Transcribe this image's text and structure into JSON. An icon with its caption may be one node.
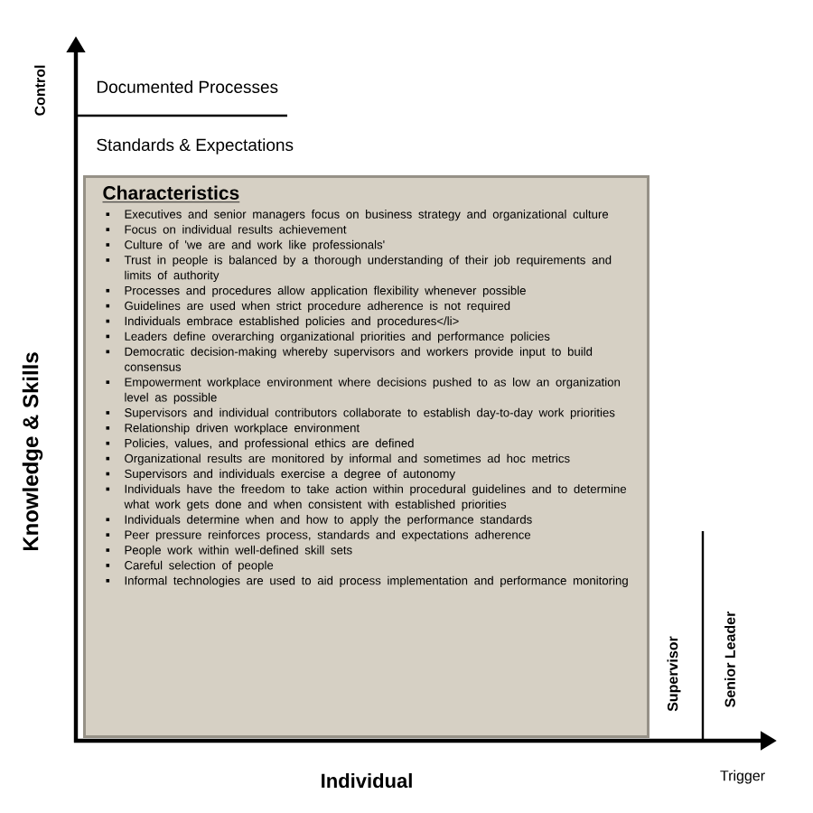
{
  "diagram": {
    "nodes": [
      {
        "text": [
          "Characteristics",
          "Executives and senior managers focus on business strategy and organizational culture",
          "Focus on individual results achievement",
          "Culture of 'we are and work like professionals'",
          "Trust in people is balanced by a thorough understanding of their job requirements and limits of authority",
          "Processes and procedures allow application flexibility whenever possible",
          "Guidelines are used when strict procedure adherence is not required",
          "Individuals embrace established policies and procedures</li>",
          "Leaders define overarching organizational priorities and performance policies",
          "Democratic decision-making whereby supervisors and workers provide input to build consensus",
          "Empowerment workplace environment where decisions pushed to as low an organization level as possible",
          "Supervisors and individual contributors collaborate to establish day-to-day work priorities",
          "Relationship driven workplace environment",
          "Policies, values, and professional ethics are defined",
          "Organizational results are monitored by informal and sometimes ad hoc metrics",
          "Supervisors and individuals exercise a degree of autonomy",
          "Individuals have the freedom to take action within procedural guidelines and to determine what work gets done and when consistent with established priorities",
          "Individuals determine when and how to apply the performance standards",
          "Peer pressure reinforces process, standards and expectations adherence",
          "People work within well-defined skill sets",
          "Careful selection of people",
          "Informal technologies are used to aid process implementation and performance monitoring"
        ]
      }
    ],
    "labels": [
      "Control",
      "Documented Processes",
      "Standards & Expectations",
      "Knowledge & Skills",
      "Supervisor",
      "Senior Leader",
      "Individual",
      "Trigger"
    ]
  }
}
